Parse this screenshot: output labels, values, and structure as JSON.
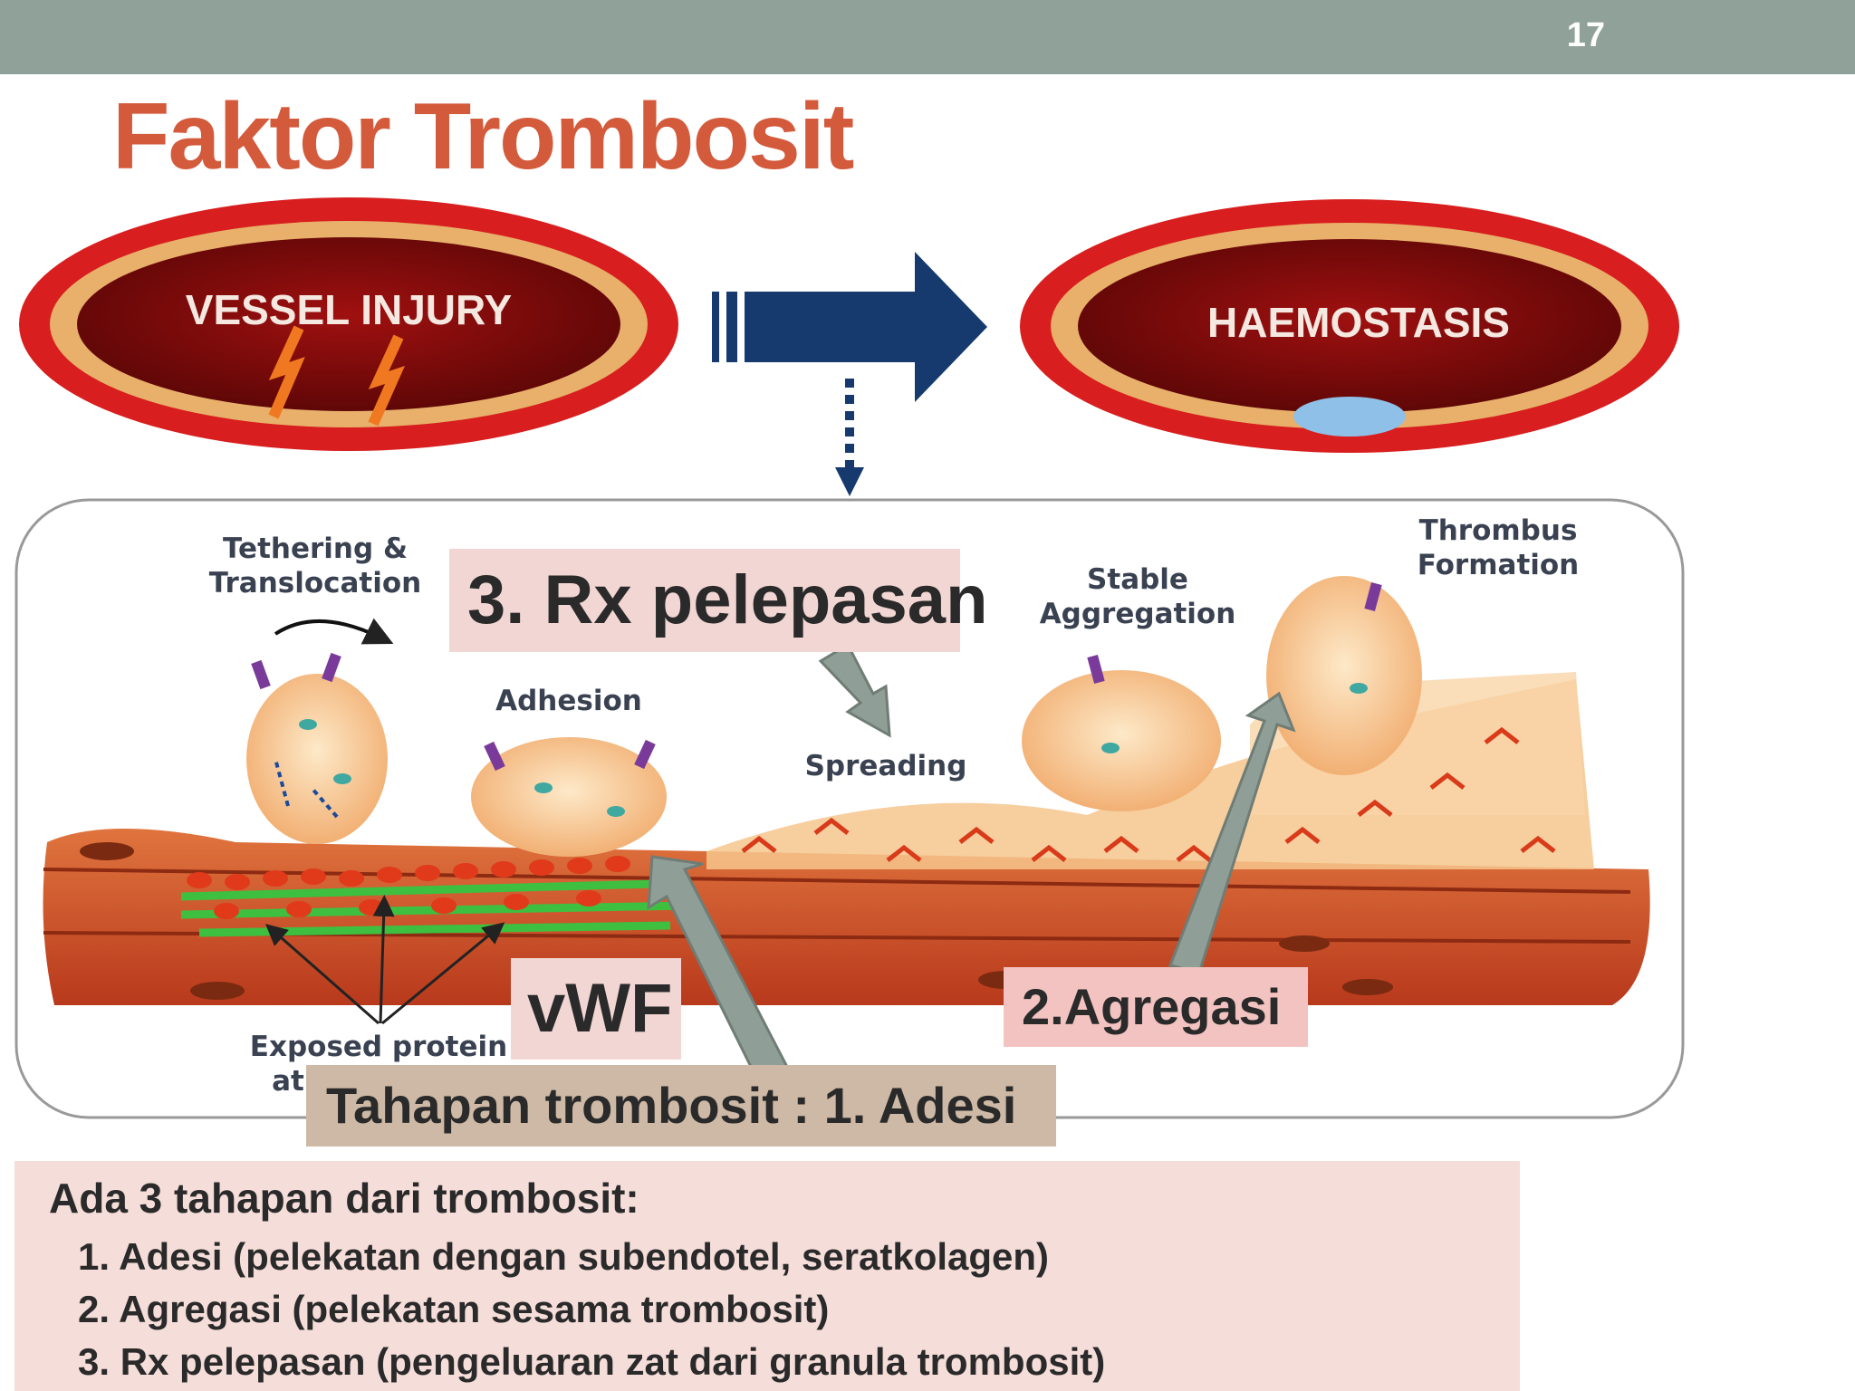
{
  "slide": {
    "number": "17",
    "title": "Faktor Trombosit"
  },
  "diagram": {
    "vessel_left_label": "VESSEL INJURY",
    "vessel_right_label": "HAEMOSTASIS",
    "stage_labels": {
      "tethering_line1": "Tethering &",
      "tethering_line2": "Translocation",
      "adhesion": "Adhesion",
      "spreading": "Spreading",
      "stable_line1": "Stable",
      "stable_line2": "Aggregation",
      "thrombus_line1": "Thrombus",
      "thrombus_line2": "Formation",
      "exposed_line1": "Exposed protein",
      "exposed_line2": "at"
    }
  },
  "callouts": {
    "rx": "3. Rx pelepasan",
    "vwf": "vWF",
    "agregasi": "2.Agregasi",
    "tahapan": "Tahapan trombosit : 1. Adesi"
  },
  "summary": {
    "heading": "Ada 3 tahapan dari trombosit:",
    "items": [
      "1. Adesi (pelekatan dengan subendotel, seratkolagen)",
      "2. Agregasi (pelekatan sesama trombosit)",
      "3. Rx pelepasan (pengeluaran zat dari granula trombosit)"
    ]
  }
}
